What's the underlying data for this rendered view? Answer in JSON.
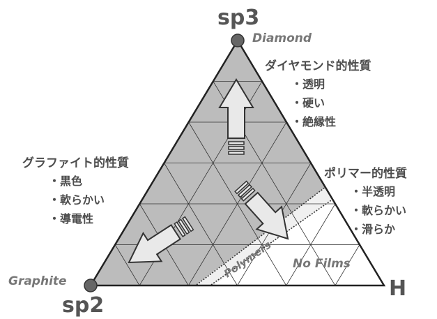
{
  "vertices": {
    "top": "sp3",
    "left": "sp2",
    "right": "H"
  },
  "vertex_names": {
    "diamond": "Diamond",
    "graphite": "Graphite"
  },
  "region_labels": {
    "polymers": "Polymers",
    "no_films": "No Films"
  },
  "diamond_props": {
    "heading": "ダイヤモンド的性質",
    "items": [
      "・透明",
      "・硬い",
      "・絶縁性"
    ]
  },
  "graphite_props": {
    "heading": "グラファイト的性質",
    "items": [
      "・黒色",
      "・軟らかい",
      "・導電性"
    ]
  },
  "polymer_props": {
    "heading": "ポリマー的性質",
    "items": [
      "・半透明",
      "・軟らかい",
      "・滑らか"
    ]
  },
  "colors": {
    "film_region": "#bcbcbc",
    "no_film_region": "#ffffff",
    "grid": "#333333",
    "arrow_fill": "#e9e9e9",
    "vertex_dot": "#666666"
  }
}
